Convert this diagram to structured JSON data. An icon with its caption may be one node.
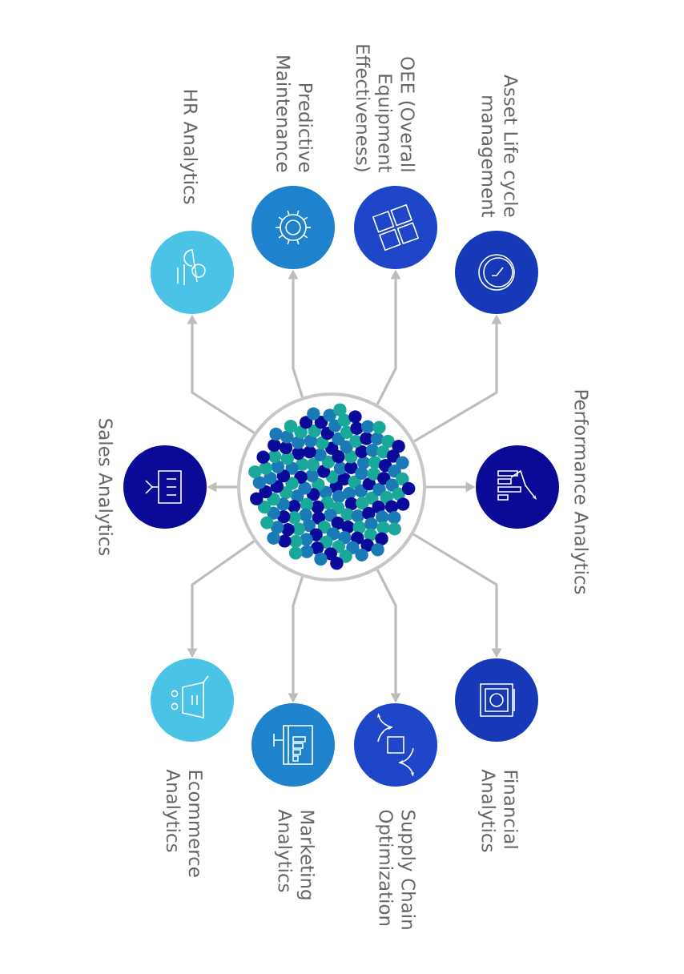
{
  "diagram": {
    "nodes": [
      {
        "text": [],
        "shape": "circle"
      },
      {
        "text": [
          "HR Analytics"
        ]
      },
      {
        "text": [
          "Predictive Maintenance"
        ]
      },
      {
        "text": [
          "OEE (Overall Equipment Effectiveness)"
        ]
      },
      {
        "text": [
          "Asset Life cycle management"
        ]
      },
      {
        "text": [
          "Sales Analytics"
        ]
      },
      {
        "text": [
          "Performance Analytics"
        ]
      },
      {
        "text": [
          "Ecommerce Analytics"
        ]
      },
      {
        "text": [
          "Marketing Analytics"
        ]
      },
      {
        "text": [
          "Supply Chain Optimization"
        ]
      },
      {
        "text": [
          "Financial Analytics"
        ]
      }
    ],
    "edges": [
      {
        "from": 0,
        "to": 1,
        "arrow": "to"
      },
      {
        "from": 0,
        "to": 2,
        "arrow": "to"
      },
      {
        "from": 0,
        "to": 3,
        "arrow": "to"
      },
      {
        "from": 0,
        "to": 4,
        "arrow": "to"
      },
      {
        "from": 0,
        "to": 5,
        "arrow": "to"
      },
      {
        "from": 0,
        "to": 6,
        "arrow": "to"
      },
      {
        "from": 0,
        "to": 7,
        "arrow": "to"
      },
      {
        "from": 0,
        "to": 8,
        "arrow": "to"
      },
      {
        "from": 0,
        "to": 9,
        "arrow": "to"
      },
      {
        "from": 0,
        "to": 10,
        "arrow": "to"
      }
    ]
  }
}
